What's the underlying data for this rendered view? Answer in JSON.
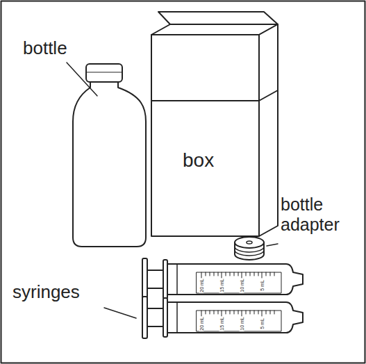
{
  "diagram": {
    "labels": [
      "bottle",
      "box",
      "bottle adapter",
      "syringes",
      "20 mL",
      "15 mL",
      "10 mL",
      "5 mL",
      "20 mL",
      "15 mL",
      "10 mL",
      "5 mL"
    ]
  }
}
